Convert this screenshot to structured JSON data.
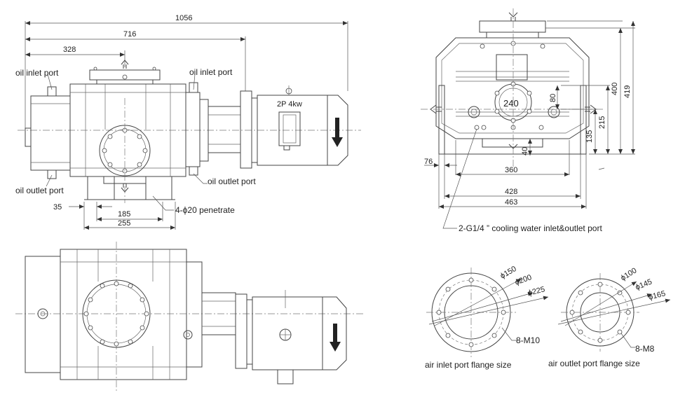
{
  "labels": {
    "oil_inlet_left": "oil inlet port",
    "oil_inlet_right": "oil inlet port",
    "oil_outlet_left": "oil outlet port",
    "oil_outlet_right": "oil outlet port",
    "penetrate": "4-ϕ20 penetrate",
    "motor_tag": "2P 4kw",
    "cooling": "2-G1/4 ” cooling water inlet&outlet port",
    "inlet_caption": "air inlet port flange size",
    "outlet_caption": "air outlet port flange size",
    "inlet_bolts": "8-M10",
    "outlet_bolts": "8-M8"
  },
  "dims": {
    "d1056": "1056",
    "d716": "716",
    "d328": "328",
    "d35": "35",
    "d185": "185",
    "d255": "255",
    "d400": "400",
    "d419": "419",
    "d80": "80",
    "d240": "240",
    "d215": "215",
    "d135": "135",
    "d40": "40",
    "d76": "76",
    "d360": "360",
    "d428": "428",
    "d463": "463",
    "inlet_d150": "ϕ150",
    "inlet_d200": "ϕ200",
    "inlet_d225": "ϕ225",
    "outlet_d100": "ϕ100",
    "outlet_d145": "ϕ145",
    "outlet_d165": "ϕ165"
  }
}
